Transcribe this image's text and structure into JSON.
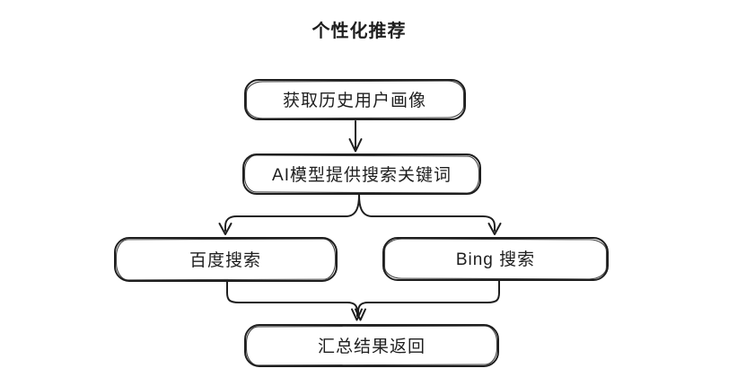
{
  "diagram": {
    "title": "个性化推荐",
    "colors": {
      "stroke": "#1e1e1e",
      "background": "#ffffff"
    },
    "nodes": [
      {
        "id": "get-user-profile",
        "label": "获取历史用户画像"
      },
      {
        "id": "ai-keywords",
        "label": "AI模型提供搜索关键词"
      },
      {
        "id": "baidu-search",
        "label": "百度搜索"
      },
      {
        "id": "bing-search",
        "label": "Bing 搜索"
      },
      {
        "id": "aggregate-results",
        "label": "汇总结果返回"
      }
    ],
    "edges": [
      {
        "from": "get-user-profile",
        "to": "ai-keywords"
      },
      {
        "from": "ai-keywords",
        "to": "baidu-search"
      },
      {
        "from": "ai-keywords",
        "to": "bing-search"
      },
      {
        "from": "baidu-search",
        "to": "aggregate-results"
      },
      {
        "from": "bing-search",
        "to": "aggregate-results"
      }
    ]
  }
}
